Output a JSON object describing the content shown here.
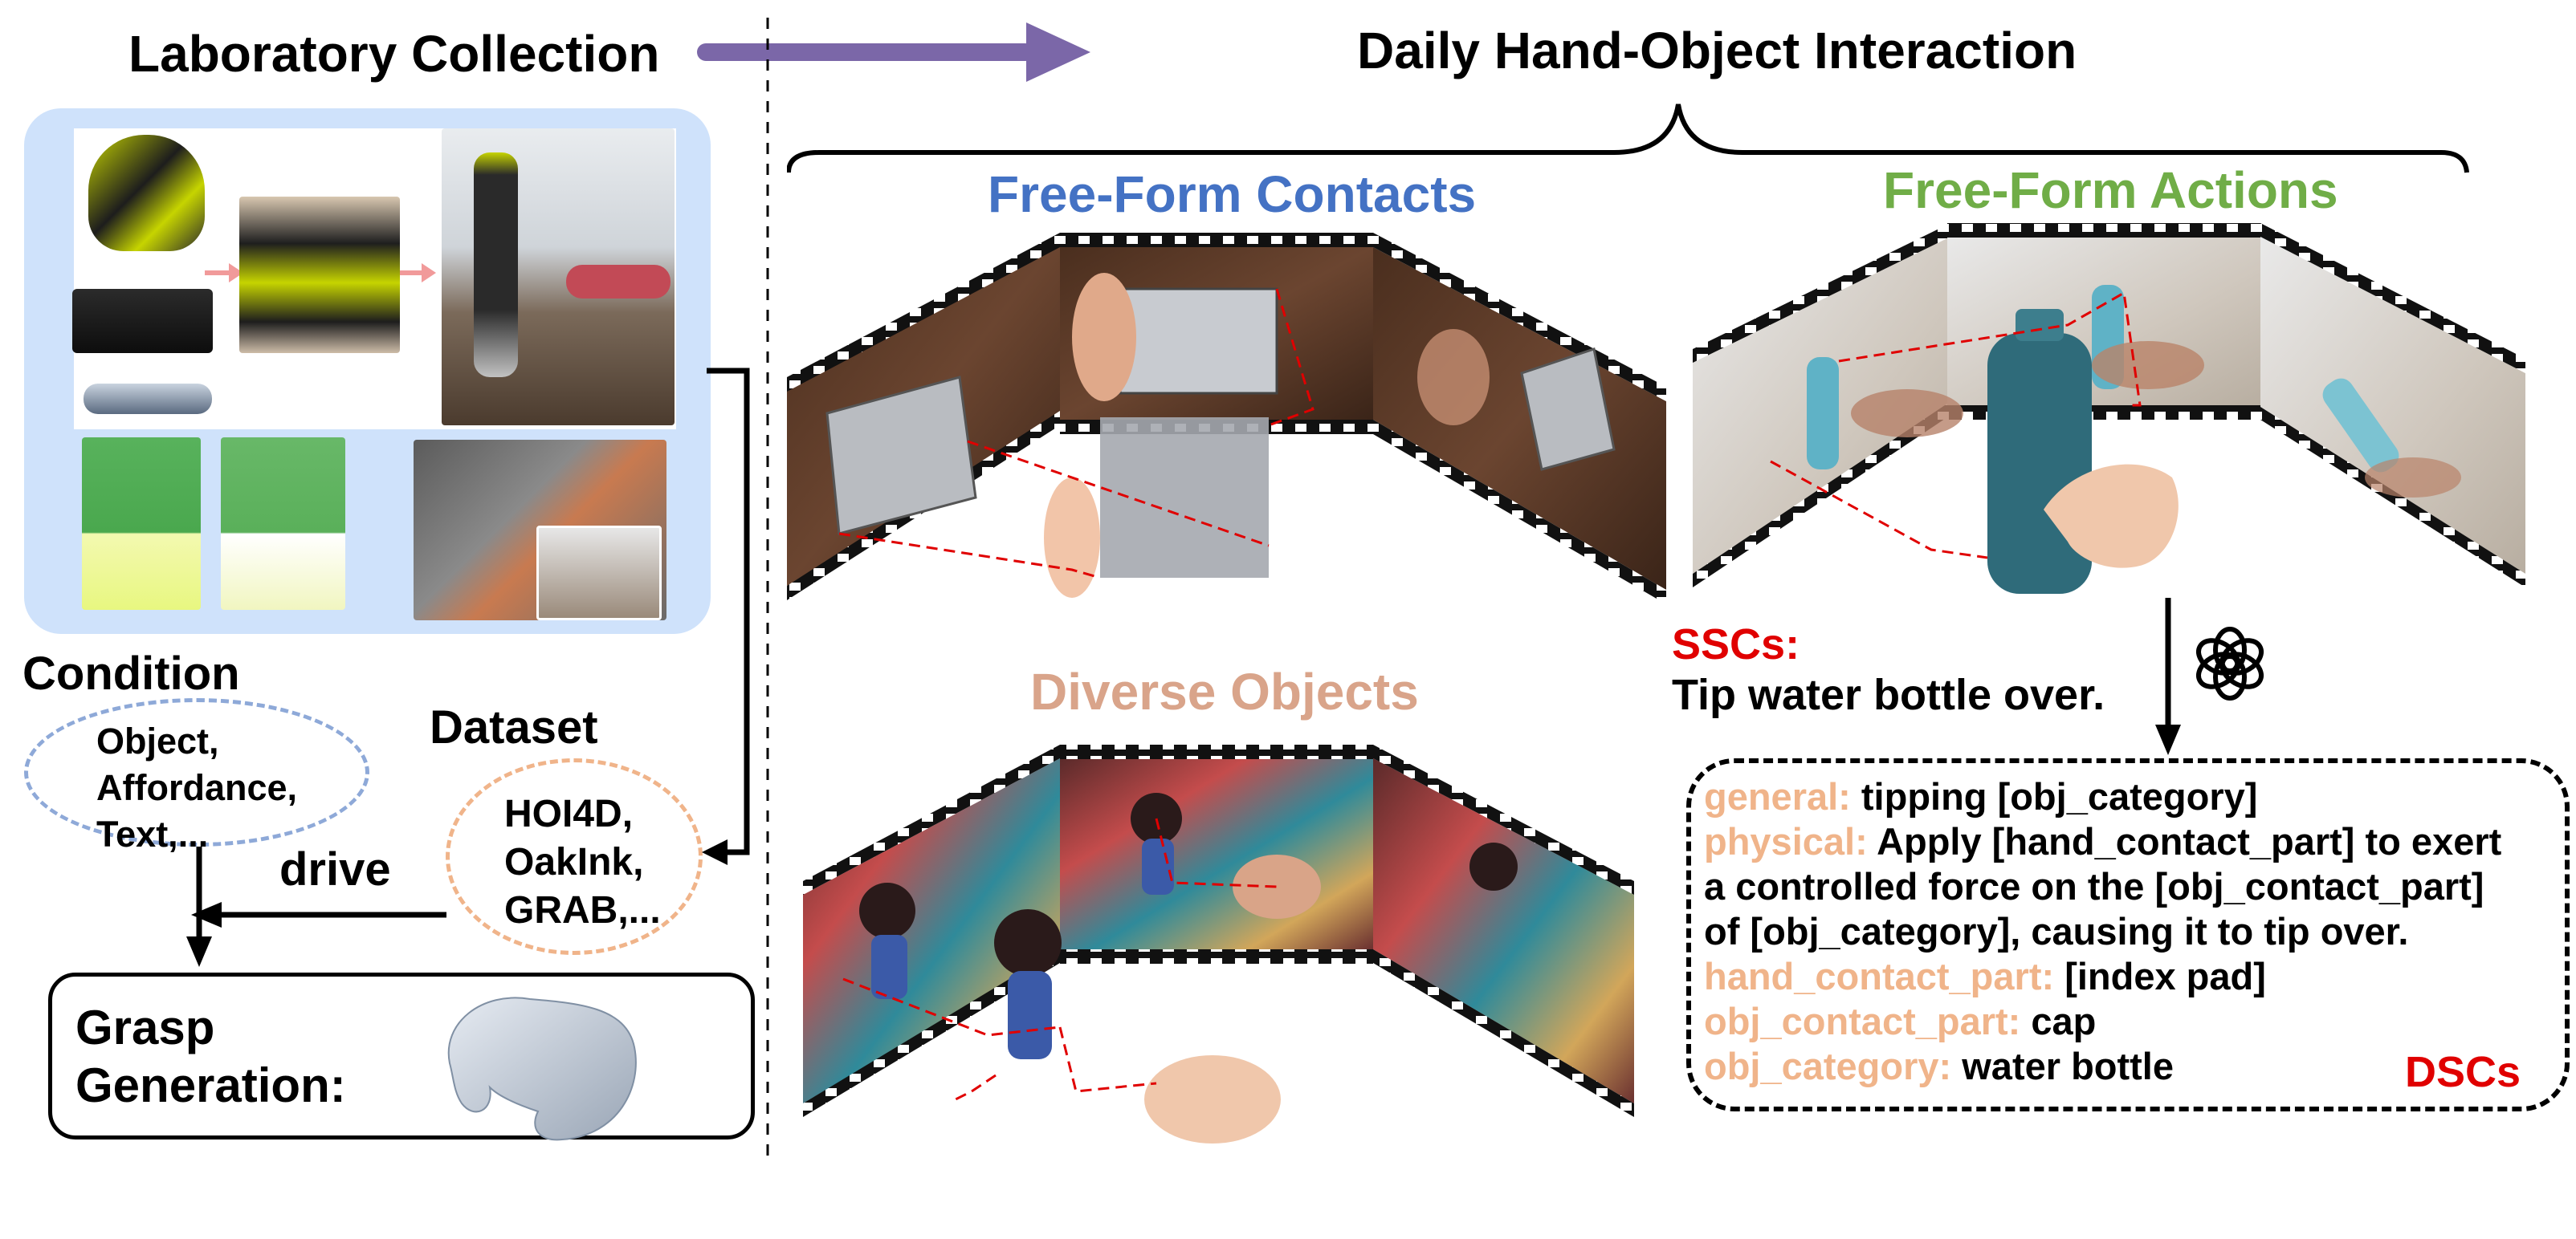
{
  "header": {
    "lab_title": "Laboratory Collection",
    "daily_title": "Daily Hand-Object Interaction"
  },
  "left": {
    "condition_label": "Condition",
    "condition_items": [
      "Object,",
      "Affordance,",
      "Text,..."
    ],
    "dataset_label": "Dataset",
    "dataset_items": [
      "HOI4D,",
      "OakInk,",
      "GRAB,..."
    ],
    "drive_label": "drive",
    "grasp_line1": "Grasp",
    "grasp_line2": "Generation:"
  },
  "right": {
    "contacts_title": "Free-Form Contacts",
    "actions_title": "Free-Form Actions",
    "objects_title": "Diverse Objects",
    "ssc_label": "SSCs:",
    "ssc_text": "Tip water bottle over.",
    "dsc_label": "DSCs",
    "dsc_lines": [
      {
        "key": "general:",
        "value": " tipping [obj_category]"
      },
      {
        "key": "physical:",
        "value": " Apply [hand_contact_part] to exert"
      },
      {
        "key": "",
        "value": "a controlled force on the [obj_contact_part]"
      },
      {
        "key": "",
        "value": "of [obj_category], causing it to tip over."
      },
      {
        "key": "hand_contact_part:",
        "value": " [index pad]"
      },
      {
        "key": "obj_contact_part:",
        "value": " cap"
      },
      {
        "key": "obj_category:",
        "value": " water bottle"
      }
    ]
  },
  "colors": {
    "arrow": "#7b67a8",
    "contacts_title": "#4472c4",
    "actions_title": "#70ad47",
    "objects_title": "#d9a48a",
    "ssc_red": "#e00000",
    "dsc_key": "#f0b48a",
    "lab_panel": "#cfe2fb",
    "oval_blue": "#8ea9d8",
    "oval_orange": "#f0b48a"
  },
  "icons": [
    "arrow-right-icon",
    "openai-logo-icon",
    "hand-icon"
  ]
}
